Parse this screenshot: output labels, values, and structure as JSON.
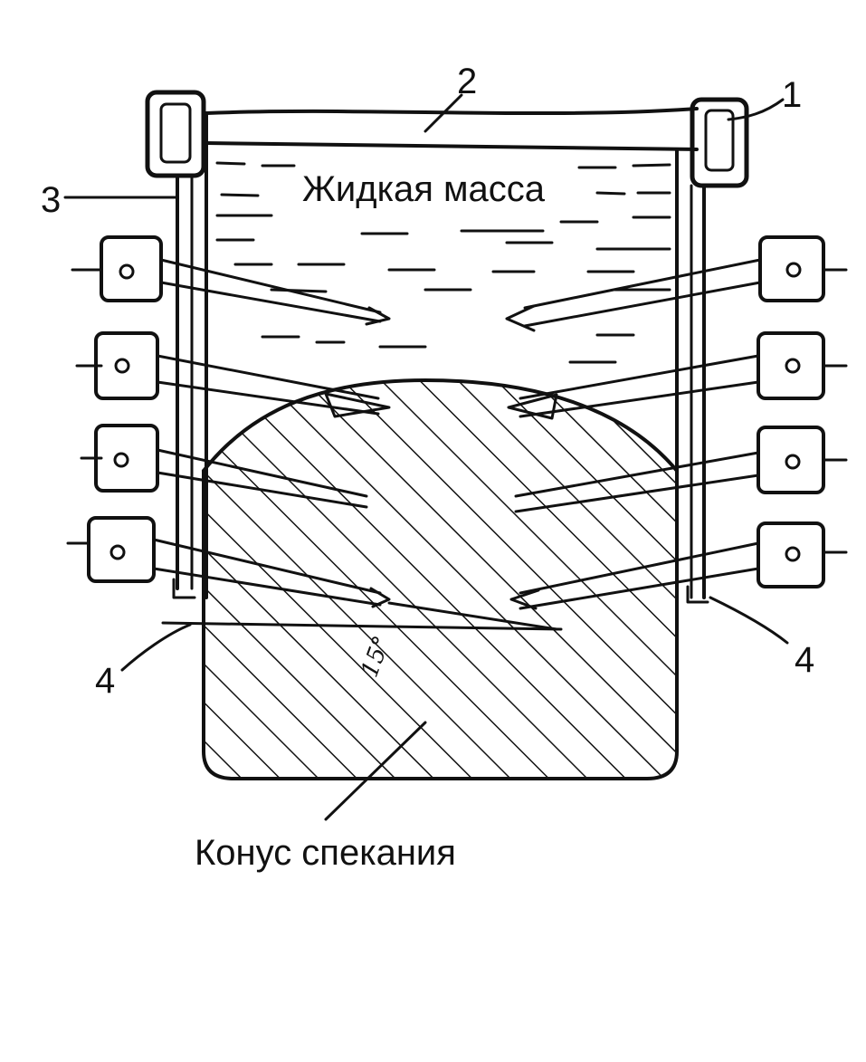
{
  "diagram": {
    "labels": {
      "liquid_mass": "Жидкая масса",
      "sintering_cone": "Конус спекания",
      "angle": "15°"
    },
    "callouts": {
      "frame": "1",
      "lid": "2",
      "wall": "3",
      "nozzle_left": "4",
      "nozzle_right": "4"
    }
  }
}
